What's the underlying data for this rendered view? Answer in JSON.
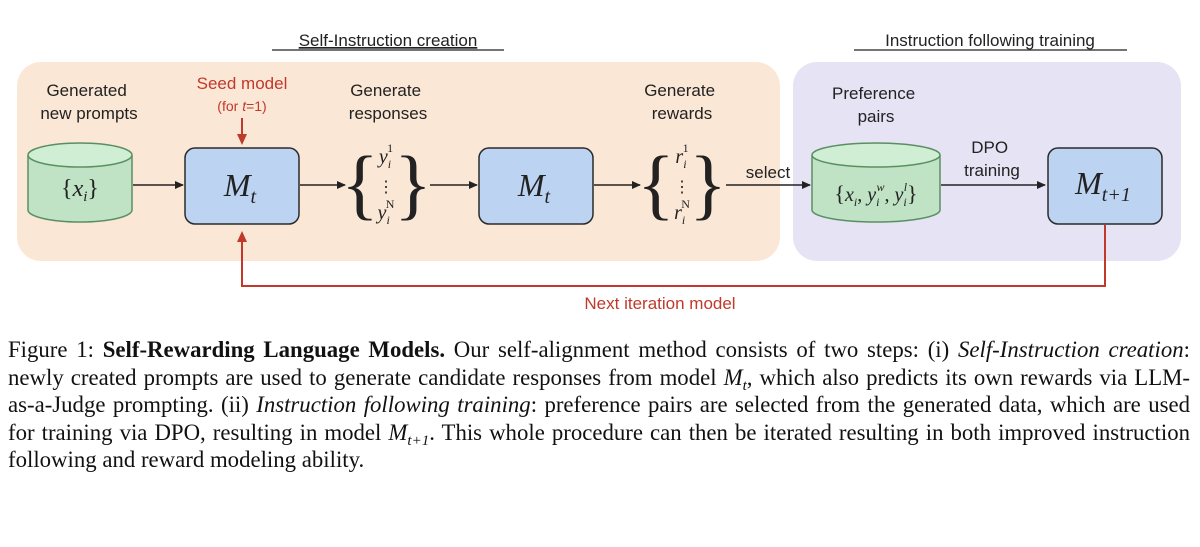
{
  "sections": {
    "left_title": "Self-Instruction creation",
    "right_title": "Instruction following training"
  },
  "nodes": {
    "generated_prompts_label": [
      "Generated",
      "new prompts"
    ],
    "prompts_db": {
      "base": "x",
      "sub": "i"
    },
    "seed_model_label": "Seed model",
    "seed_model_note": {
      "prefix": "(for ",
      "var": "t",
      "suffix": "=1)"
    },
    "model_t": {
      "base": "M",
      "sub": "t"
    },
    "gen_responses_label": [
      "Generate",
      "responses"
    ],
    "responses_set": {
      "top_base": "y",
      "top_sub": "i",
      "top_sup": "1",
      "dots": "⋮",
      "bot_base": "y",
      "bot_sub": "i",
      "bot_sup": "N"
    },
    "gen_rewards_label": [
      "Generate",
      "rewards"
    ],
    "rewards_set": {
      "top_base": "r",
      "top_sub": "i",
      "top_sup": "1",
      "dots": "⋮",
      "bot_base": "r",
      "bot_sub": "i",
      "bot_sup": "N"
    },
    "select_label": "select",
    "preference_pairs_label": [
      "Preference",
      "pairs"
    ],
    "pairs_db": {
      "x": "x",
      "x_sub": "i",
      "yw": "y",
      "yw_sub": "i",
      "yw_sup": "w",
      "yl": "y",
      "yl_sub": "i",
      "yl_sup": "l"
    },
    "dpo_label": [
      "DPO",
      "training"
    ],
    "model_t1": {
      "base": "M",
      "sub": "t+1"
    },
    "next_iteration_label": "Next iteration model"
  },
  "caption": {
    "fig": "Figure 1: ",
    "title": "Self-Rewarding Language Models.",
    "t1": " Our self-alignment method consists of two steps: (i) ",
    "i1": "Self-Instruction creation",
    "t2": ": newly created prompts are used to generate candidate responses from model ",
    "m1": "M",
    "m1_sub": "t",
    "t3": ", which also predicts its own rewards via LLM-as-a-Judge prompting. (ii) ",
    "i2": "Instruction following training",
    "t4": ": preference pairs are selected from the generated data, which are used for training via DPO, resulting in model ",
    "m2": "M",
    "m2_sub": "t+1",
    "t5": ". This whole procedure can then be iterated resulting in both improved instruction following and reward modeling ability."
  },
  "colors": {
    "left_panel": "#fbe7d6",
    "right_panel": "#e6e3f4",
    "cylinder": "#bfe3c4",
    "cylinder_stroke": "#5a8f63",
    "model_box": "#bcd3f2",
    "model_stroke": "#2b2b2b",
    "accent_red": "#c0392b"
  }
}
